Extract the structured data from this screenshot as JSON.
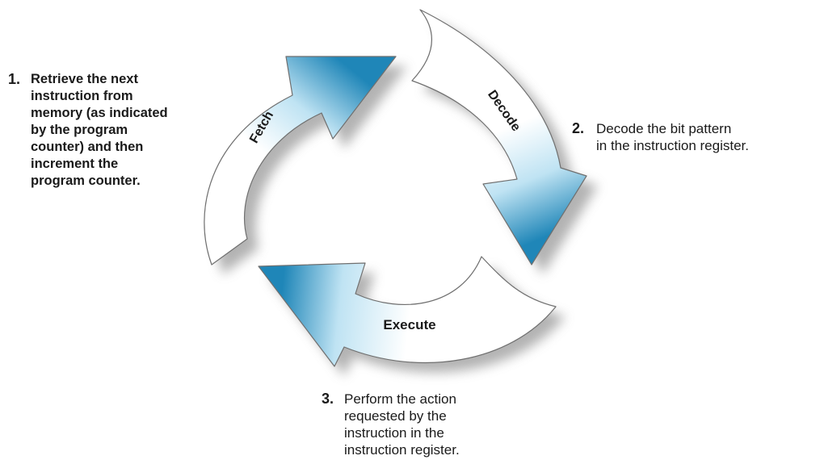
{
  "diagram": {
    "phases": [
      {
        "label": "Fetch"
      },
      {
        "label": "Decode"
      },
      {
        "label": "Execute"
      }
    ],
    "steps": [
      {
        "number": "1.",
        "lines": [
          "Retrieve the next",
          "instruction from",
          "memory (as indicated",
          "by the program",
          "counter) and then",
          "increment the",
          "program counter."
        ]
      },
      {
        "number": "2.",
        "lines": [
          "Decode the bit pattern",
          "in the instruction register."
        ]
      },
      {
        "number": "3.",
        "lines": [
          "Perform the action",
          "requested by the",
          "instruction in the",
          "instruction register."
        ]
      }
    ],
    "colors": {
      "arrow_head": "#1f86b8",
      "arrow_light": "#d7eef8",
      "arrow_body": "#ffffff",
      "outline": "#6f6f6f",
      "shadow": "#9a9a9a",
      "text": "#1a1a1a"
    }
  }
}
